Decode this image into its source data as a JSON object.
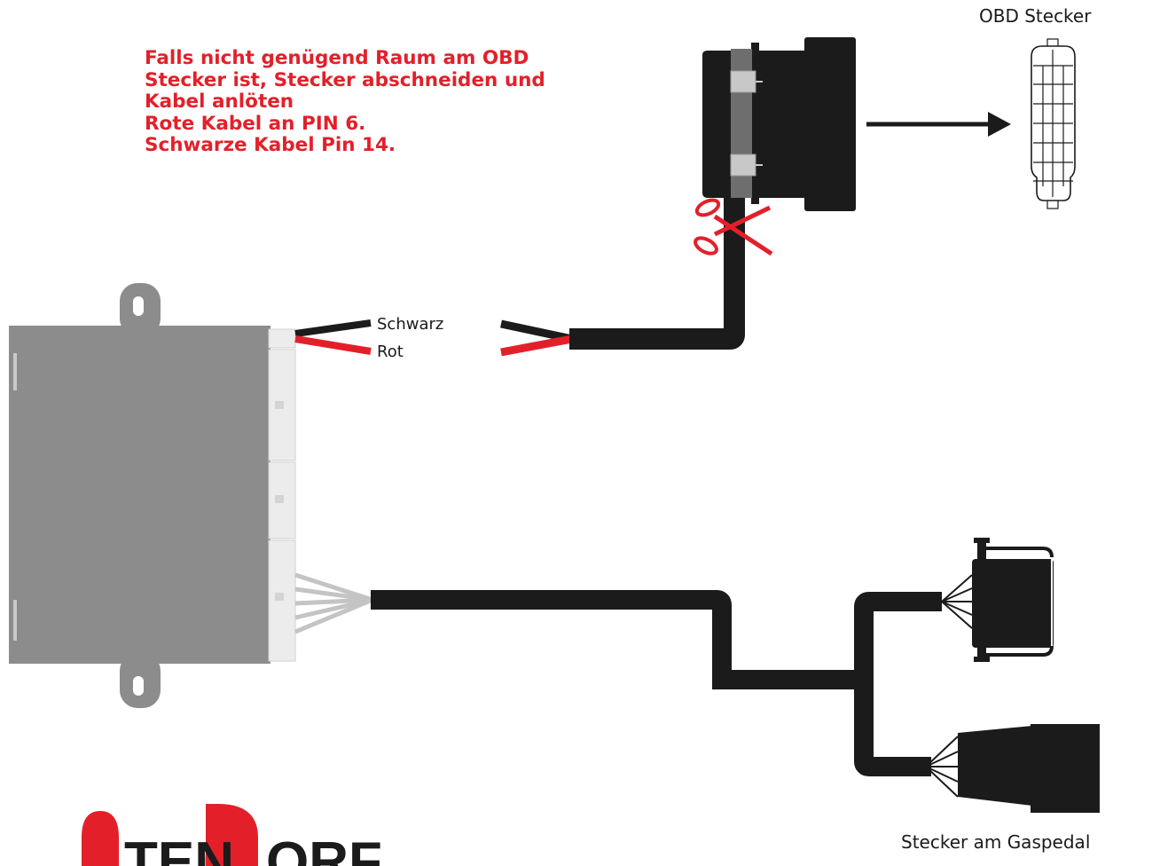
{
  "instructions": {
    "line1": "Falls nicht genügend Raum am OBD",
    "line2": "Stecker ist, Stecker abschneiden und",
    "line3": "Kabel anlöten",
    "line4": "Rote Kabel an PIN 6.",
    "line5": "Schwarze Kabel Pin 14."
  },
  "labels": {
    "obd_connector": "OBD Stecker",
    "pedal_connector": "Stecker am Gaspedal",
    "wire_black": "Schwarz",
    "wire_red": "Rot"
  },
  "logo": {
    "text": "ITENDORF"
  },
  "colors": {
    "accent_red": "#e3202a",
    "cable_black": "#1b1b1b",
    "module_gray": "#8c8c8c",
    "connector_light": "#ececec",
    "fan_wires": "#c4c4c4"
  },
  "icons": [
    "scissors-icon",
    "arrow-right-icon"
  ]
}
